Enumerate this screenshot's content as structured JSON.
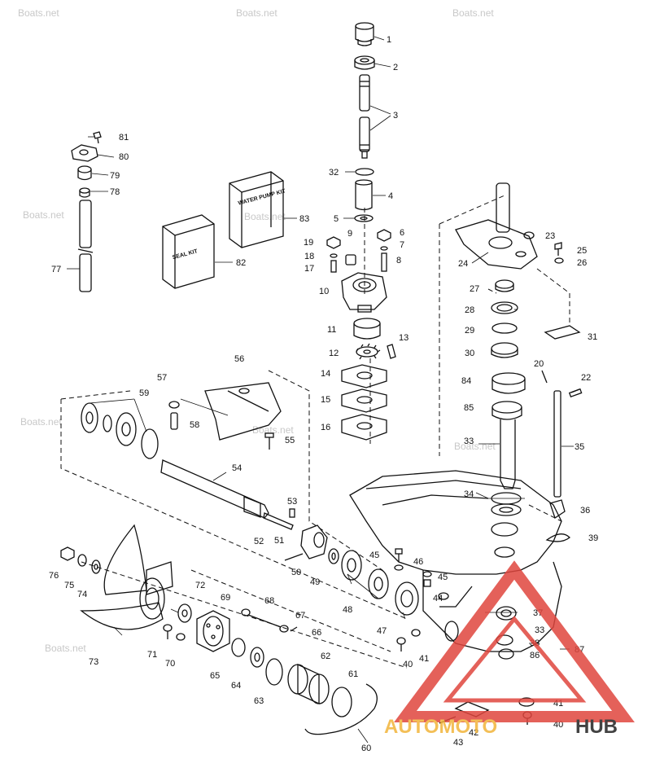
{
  "watermarks": [
    "Boats.net",
    "Boats.net",
    "Boats.net",
    "Boats.net",
    "Boats.net",
    "Boats.net",
    "Boats.net",
    "Boats.net",
    "Boats.net"
  ],
  "kits": {
    "water_pump_kit": "WATER PUMP KIT",
    "seal_kit": "SEAL KIT"
  },
  "logo": {
    "part1": "AUTOMOTO",
    "part2": "HUB",
    "colors": {
      "triangle": "#e0463e",
      "auto": "#f2b43a",
      "hub": "#222222"
    }
  },
  "callouts": [
    "1",
    "2",
    "3",
    "32",
    "4",
    "5",
    "6",
    "7",
    "8",
    "9",
    "19",
    "18",
    "17",
    "10",
    "11",
    "12",
    "13",
    "14",
    "15",
    "16",
    "81",
    "80",
    "79",
    "78",
    "77",
    "83",
    "82",
    "23",
    "25",
    "26",
    "24",
    "27",
    "28",
    "29",
    "30",
    "31",
    "20",
    "22",
    "84",
    "85",
    "33",
    "35",
    "34",
    "36",
    "39",
    "56",
    "57",
    "58",
    "55",
    "59",
    "54",
    "53",
    "52",
    "51",
    "50",
    "49",
    "48",
    "45",
    "46",
    "45",
    "44",
    "47",
    "76",
    "75",
    "74",
    "73",
    "72",
    "69",
    "68",
    "67",
    "66",
    "71",
    "70",
    "65",
    "64",
    "63",
    "62",
    "61",
    "60",
    "41",
    "40",
    "37",
    "33",
    "38",
    "86",
    "87",
    "41",
    "40",
    "42",
    "43"
  ]
}
